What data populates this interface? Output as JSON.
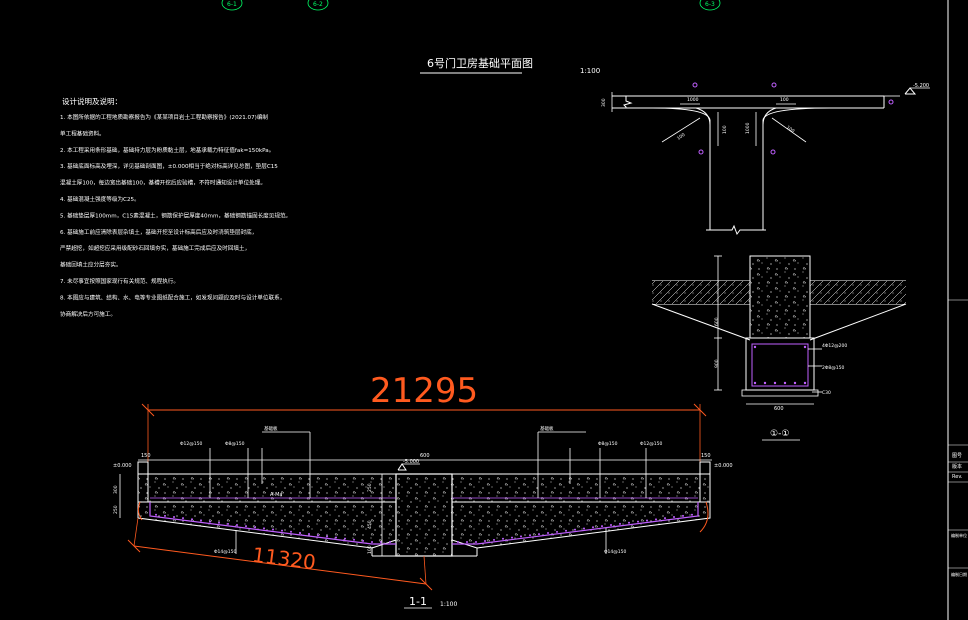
{
  "axis_markers": [
    "6-1",
    "6-2",
    "6-3"
  ],
  "plan": {
    "title": "6号门卫房基础平面图",
    "scale": "1:100",
    "dims": [
      "300",
      "1000",
      "100",
      "100",
      "1000",
      "100",
      "100"
    ],
    "elev": "-5.200"
  },
  "notes": {
    "heading": "设计说明及说明：",
    "lines": [
      "1.  本图所依据的工程地质勘察报告为《某某项目岩土工程勘察报告》(2021.07)编制",
      "    单工程基础资料。",
      "2.  本工程采用条形基础，基础持力层为粉质黏土层，地基承载力特征值fak=150kPa。",
      "3.  基础底面标高及埋深，详见基础剖面图，±0.000相当于绝对标高详见总图，垫层C15",
      "    混凝土厚100，每边宽出基础100，基槽开挖后应验槽，不符时通知设计单位处理。",
      "4.  基础混凝土强度等级为C25。",
      "5.  基础垫层厚100mm，C15素混凝土，钢筋保护层厚度40mm，基础钢筋锚固长度见规范。",
      "6.  基础施工前应清除表层杂填土，基础开挖至设计标高后应及时浇筑垫层封底，",
      "    严禁超挖，如超挖应采用级配砂石回填夯实，基础施工完成后应及时回填土，",
      "    基础回填土应分层夯实。",
      "7.  未尽事宜按照国家现行有关规范、规程执行。",
      "8.  本图应与建筑、结构、水、电等专业图纸配合施工，如发现问题应及时与设计单位联系，",
      "    协商解决后方可施工。"
    ]
  },
  "detail_a": {
    "title": "①-①",
    "dims": [
      "600",
      "900",
      "600"
    ],
    "rebar_labels": [
      "4Φ12@200",
      "2Φ8@150",
      "C30"
    ]
  },
  "section": {
    "title": "1-1",
    "scale": "1:100",
    "overall_dim": "21295",
    "half_dim": "11320",
    "top_dims": [
      "150",
      "600",
      "150"
    ],
    "left_heights": [
      "300",
      "250",
      "100"
    ],
    "mid_heights": [
      "250",
      "450",
      "100"
    ],
    "elevation": "-5.000",
    "elevation_left": "±0.000",
    "elevation_right": "±0.000",
    "bar_labels_left": [
      "Φ12@150",
      "Φ8@150",
      "基础板"
    ],
    "bar_labels_right": [
      "Φ8@150",
      "Φ12@150",
      "基础板"
    ],
    "bottom_bar_left": "Φ14@150",
    "bottom_bar_right": "Φ14@150",
    "slab_label": "A-Ma"
  },
  "title_block": {
    "rows": [
      "图号",
      "版本",
      "Rev.",
      "编制单位",
      "编制日期"
    ]
  },
  "colors": {
    "background": "#000000",
    "line": "#ffffff",
    "dimension": "#ff5a1f",
    "rebar": "#c060ff",
    "marker": "#00ff66"
  }
}
